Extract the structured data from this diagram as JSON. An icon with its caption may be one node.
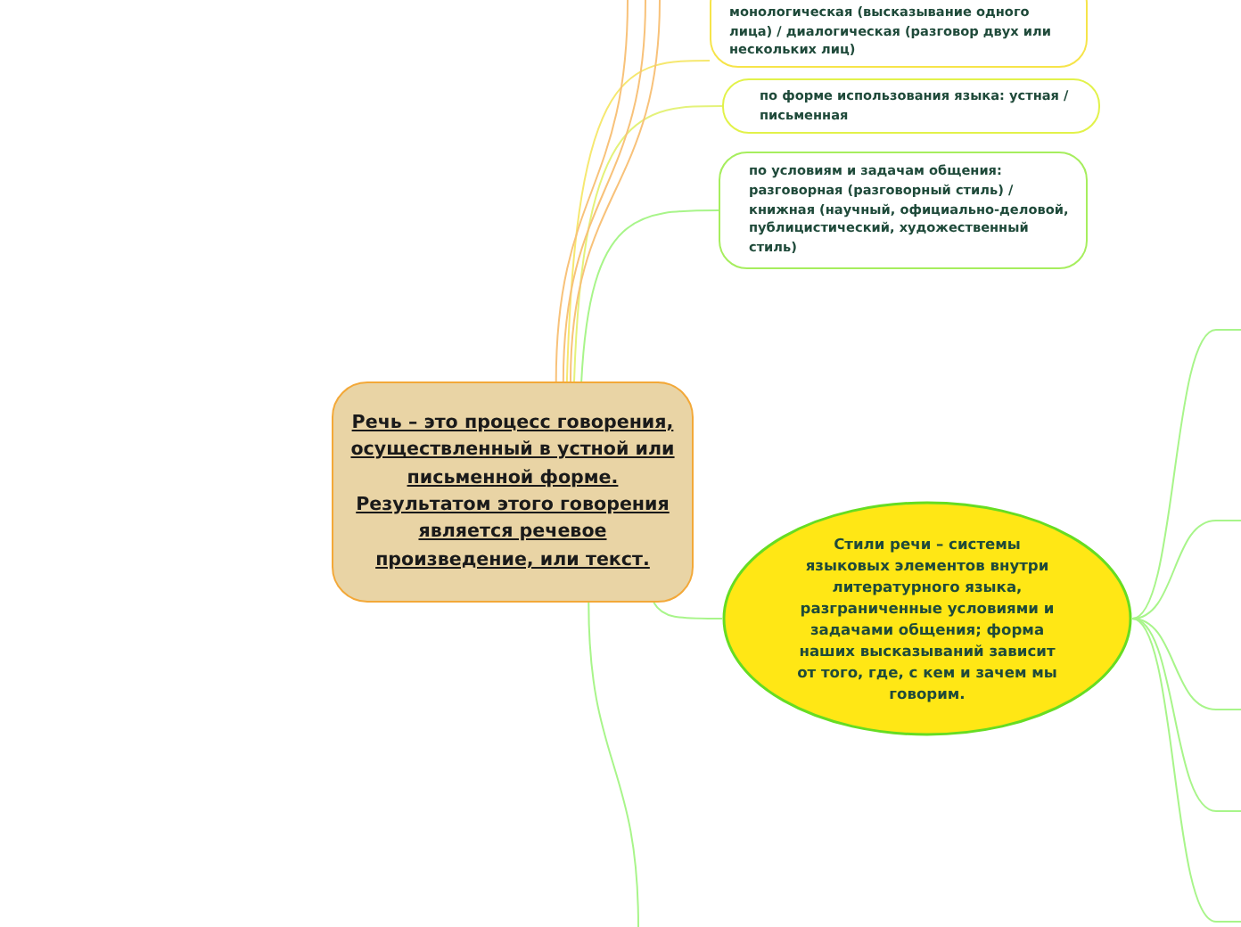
{
  "diagram": {
    "nodes": [
      {
        "text": [
          "монологическая (высказывание одного лица) / диалогическая (разговор двух или нескольких лиц)"
        ]
      },
      {
        "text": [
          "по форме использования языка: устная / письменная"
        ]
      },
      {
        "text": [
          "по условиям и задачам общения: разговорная (разговорный стиль) / книжная (научный, официально-деловой, публицистический, художественный стиль)"
        ]
      },
      {
        "text": [
          "Речь – это процесс говорения, осуществленный в устной или письменной форме. Результатом этого говорения является речевое произведение, или текст."
        ]
      },
      {
        "text": [
          "Стили речи – системы языковых элементов внутри литературного языка, разграниченные условиями и задачами общения; форма наших высказываний зависит от того, где, с кем и зачем мы говорим."
        ]
      }
    ],
    "edges": [
      {
        "from": 3,
        "to": 0,
        "arrow": "none",
        "color": "#f6e870"
      },
      {
        "from": 3,
        "to": 1,
        "arrow": "none",
        "color": "#e4f27a"
      },
      {
        "from": 3,
        "to": 2,
        "arrow": "none"
      },
      {
        "from": 3,
        "to": 4,
        "arrow": "none"
      },
      {
        "from": 3,
        "to": null,
        "arrow": "none",
        "color": "#f8c27a"
      },
      {
        "from": 3,
        "to": null,
        "arrow": "none",
        "color": "#f8c27a"
      },
      {
        "from": 3,
        "to": null,
        "arrow": "none",
        "color": "#f8c27a"
      },
      {
        "from": 3,
        "to": null,
        "arrow": "none"
      },
      {
        "from": 4,
        "to": null,
        "arrow": "none"
      },
      {
        "from": 4,
        "to": null,
        "arrow": "none"
      },
      {
        "from": 4,
        "to": null,
        "arrow": "none"
      },
      {
        "from": 4,
        "to": null,
        "arrow": "none"
      },
      {
        "from": 4,
        "to": null,
        "arrow": "none"
      }
    ]
  }
}
